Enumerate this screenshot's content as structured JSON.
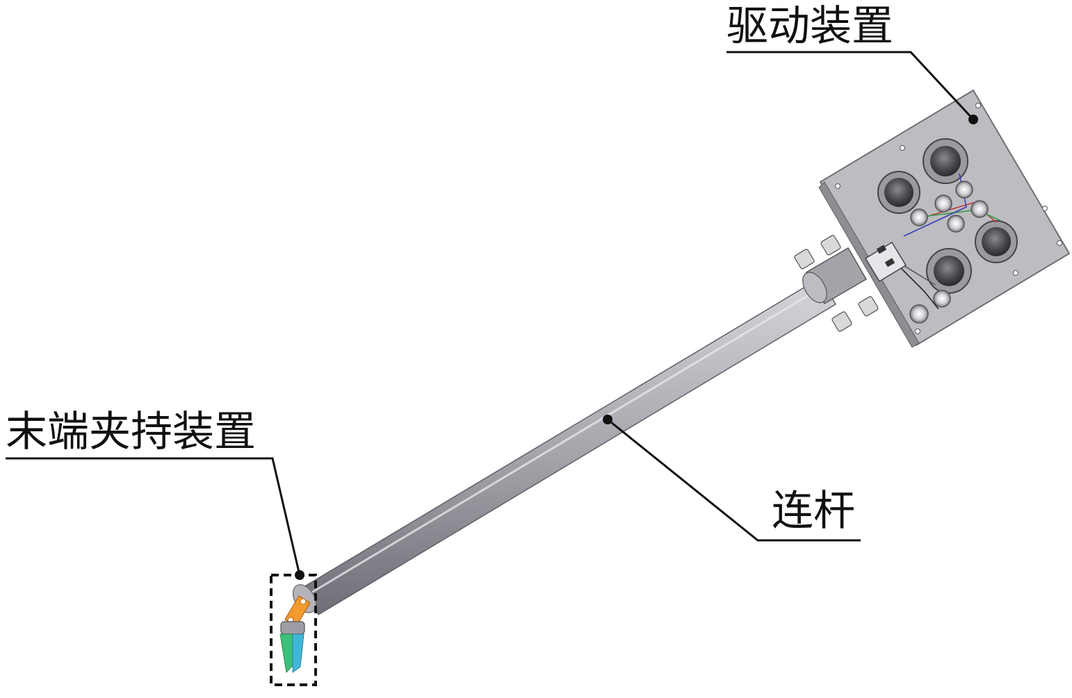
{
  "labels": {
    "drive_device": "驱动装置",
    "end_gripper": "末端夹持装置",
    "link_rod": "连杆"
  },
  "colors": {
    "plate": "#b9b9bc",
    "plate_edge": "#6f6f73",
    "rod": "#a8a6ad",
    "rod_dark": "#7d7b83",
    "gripper_orange": "#f39a2c",
    "gripper_green": "#3cc07a",
    "gripper_cyan": "#3fb8d8",
    "leader": "#111111"
  }
}
